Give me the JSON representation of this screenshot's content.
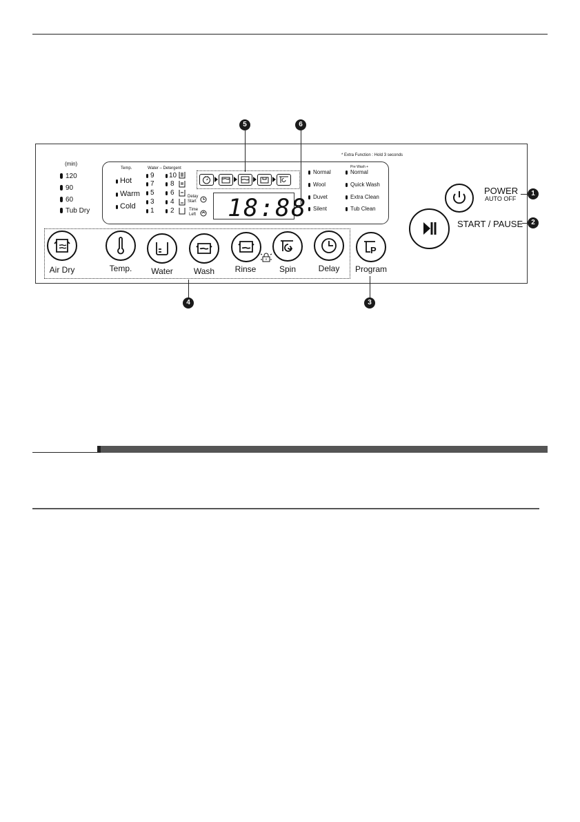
{
  "panel": {
    "note": "* Extra Function : Hold 3 seconds",
    "air_dry_times": {
      "unit": "(min)",
      "options": [
        "120",
        "90",
        "60",
        "Tub Dry"
      ]
    },
    "temp": {
      "header": "Temp.",
      "options": [
        "Hot",
        "Warm",
        "Cold"
      ]
    },
    "water_detergent": {
      "header": "Water – Detergent",
      "left_column": [
        "9",
        "7",
        "5",
        "3",
        "1"
      ],
      "right_column": [
        "10",
        "8",
        "6",
        "4",
        "2"
      ]
    },
    "delay_start": "Delay Start",
    "time_left": "Time Left",
    "display_digits": "18:88",
    "cycle_icons": [
      "soak-icon",
      "wash-icon",
      "rinse-icon",
      "wash-rinse-icon",
      "spin-icon"
    ],
    "programs_col1": [
      "Normal",
      "Wool",
      "Duvet",
      "Silent"
    ],
    "programs_col2_header": "Pre Wash +",
    "programs_col2": [
      "Normal",
      "Quick Wash",
      "Extra Clean",
      "Tub Clean"
    ],
    "buttons": [
      {
        "label": "Air Dry",
        "icon": "air-dry-icon"
      },
      {
        "label": "Temp.",
        "icon": "thermometer-icon"
      },
      {
        "label": "Water",
        "icon": "water-level-icon"
      },
      {
        "label": "Wash",
        "icon": "wash-icon"
      },
      {
        "label": "Rinse",
        "icon": "rinse-icon"
      },
      {
        "label": "Spin",
        "icon": "spin-icon"
      },
      {
        "label": "Delay",
        "icon": "clock-icon"
      },
      {
        "label": "Program",
        "icon": "program-icon"
      }
    ],
    "power": {
      "label": "POWER",
      "sublabel": "AUTO OFF",
      "icon": "power-icon"
    },
    "start_pause": {
      "label": "START / PAUSE",
      "icon": "play-pause-icon"
    }
  },
  "callouts": [
    "1",
    "2",
    "3",
    "4",
    "5",
    "6"
  ],
  "colors": {
    "ink": "#111111",
    "bar": "#555555"
  }
}
